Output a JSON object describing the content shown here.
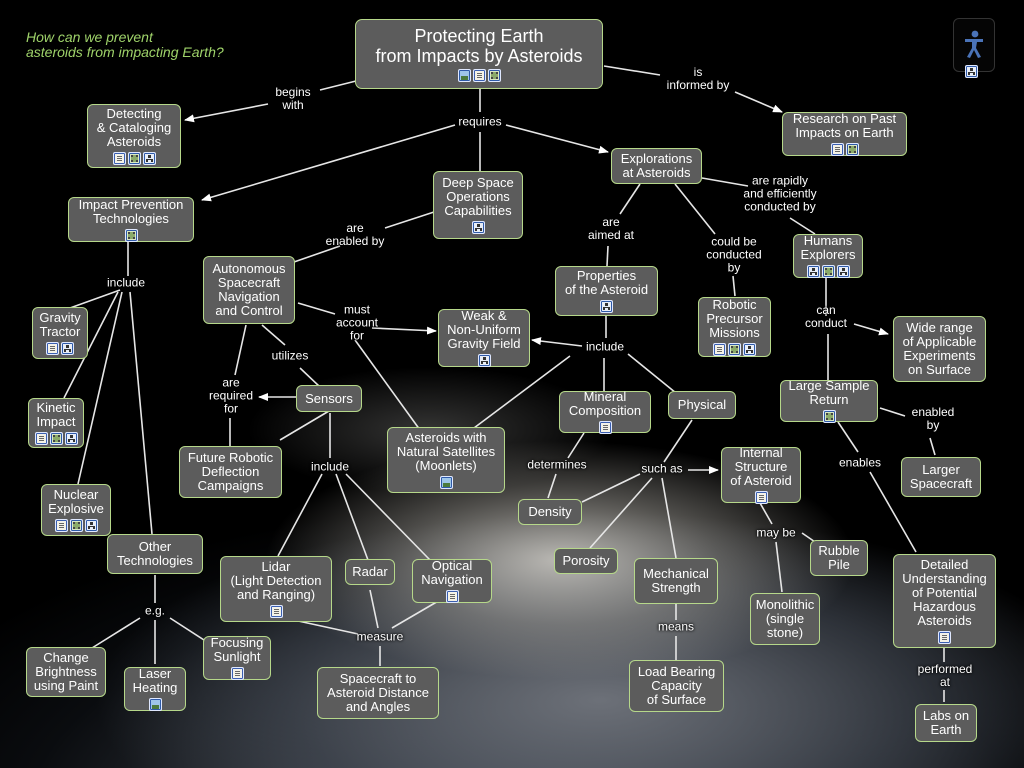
{
  "question": "How can we prevent\nasteroids from impacting Earth?",
  "nodes": {
    "main": {
      "label": "Protecting Earth\nfrom Impacts by Asteroids",
      "icons": [
        "img-icon",
        "doc-icon",
        "film-icon"
      ]
    },
    "detecting": {
      "label": "Detecting\n& Cataloging\nAsteroids",
      "icons": [
        "doc-icon",
        "film-icon",
        "map-icon"
      ]
    },
    "research": {
      "label": "Research on Past\nImpacts on Earth",
      "icons": [
        "doc-icon",
        "film-icon"
      ]
    },
    "impactprev": {
      "label": "Impact Prevention\nTechnologies",
      "icons": [
        "film-icon"
      ]
    },
    "deepspace": {
      "label": "Deep Space\nOperations\nCapabilities",
      "icons": [
        "map-icon"
      ]
    },
    "explorations": {
      "label": "Explorations\nat Asteroids",
      "icons": []
    },
    "humans": {
      "label": "Humans\nExplorers",
      "icons": [
        "map-icon",
        "film-icon",
        "map-icon"
      ]
    },
    "autonomous": {
      "label": "Autonomous\nSpacecraft\nNavigation\nand Control",
      "icons": []
    },
    "properties": {
      "label": "Properties\nof the Asteroid",
      "icons": [
        "map-icon"
      ]
    },
    "robotic": {
      "label": "Robotic\nPrecursor\nMissions",
      "icons": [
        "doc-icon",
        "film-icon",
        "map-icon"
      ]
    },
    "gravtractor": {
      "label": "Gravity\nTractor",
      "icons": [
        "doc-icon",
        "map-icon"
      ]
    },
    "weak": {
      "label": "Weak &\nNon-Uniform\nGravity Field",
      "icons": [
        "map-icon"
      ]
    },
    "widerange": {
      "label": "Wide range\nof Applicable\nExperiments\non Surface",
      "icons": []
    },
    "kinetic": {
      "label": "Kinetic\nImpact",
      "icons": [
        "doc-icon",
        "film-icon",
        "map-icon"
      ]
    },
    "sensors": {
      "label": "Sensors",
      "icons": []
    },
    "mineral": {
      "label": "Mineral\nComposition",
      "icons": [
        "doc-icon"
      ]
    },
    "physical": {
      "label": "Physical",
      "icons": []
    },
    "largesample": {
      "label": "Large Sample\nReturn",
      "icons": [
        "film-icon"
      ]
    },
    "moonlets": {
      "label": "Asteroids with\nNatural Satellites\n(Moonlets)",
      "icons": [
        "img-icon"
      ]
    },
    "futurerobotic": {
      "label": "Future Robotic\nDeflection\nCampaigns",
      "icons": []
    },
    "internal": {
      "label": "Internal\nStructure\nof Asteroid",
      "icons": [
        "doc-icon"
      ]
    },
    "larger": {
      "label": "Larger\nSpacecraft",
      "icons": []
    },
    "nuclear": {
      "label": "Nuclear\nExplosive",
      "icons": [
        "doc-icon",
        "film-icon",
        "map-icon"
      ]
    },
    "density": {
      "label": "Density",
      "icons": []
    },
    "other": {
      "label": "Other\nTechnologies",
      "icons": []
    },
    "rubble": {
      "label": "Rubble\nPile",
      "icons": []
    },
    "porosity": {
      "label": "Porosity",
      "icons": []
    },
    "lidar": {
      "label": "Lidar\n(Light Detection\nand Ranging)",
      "icons": [
        "doc-icon"
      ]
    },
    "radar": {
      "label": "Radar",
      "icons": []
    },
    "optical": {
      "label": "Optical\nNavigation",
      "icons": [
        "doc-icon"
      ]
    },
    "mechanical": {
      "label": "Mechanical\nStrength",
      "icons": []
    },
    "detailed": {
      "label": "Detailed\nUnderstanding\nof Potential\nHazardous\nAsteroids",
      "icons": [
        "doc-icon"
      ]
    },
    "monolithic": {
      "label": "Monolithic\n(single\nstone)",
      "icons": []
    },
    "focusing": {
      "label": "Focusing\nSunlight",
      "icons": [
        "doc-icon"
      ]
    },
    "change": {
      "label": "Change\nBrightness\nusing Paint",
      "icons": []
    },
    "laser": {
      "label": "Laser\nHeating",
      "icons": [
        "img-icon"
      ]
    },
    "spacecraftdist": {
      "label": "Spacecraft to\nAsteroid Distance\nand Angles",
      "icons": []
    },
    "loadbearing": {
      "label": "Load Bearing\nCapacity\nof Surface",
      "icons": []
    },
    "labs": {
      "label": "Labs on\nEarth",
      "icons": []
    }
  },
  "links": {
    "begins_with": "begins\nwith",
    "requires": "requires",
    "informed_by": "is\ninformed by",
    "are_enabled_by": "are\nenabled by",
    "are_aimed_at": "are\naimed at",
    "could_be_conducted_by": "could be\nconducted\nby",
    "rapidly_conducted_by": "are rapidly\nand efficiently\nconducted by",
    "include_ipt": "include",
    "must_account_for": "must\naccount\nfor",
    "include_props": "include",
    "can_conduct": "can\nconduct",
    "utilizes": "utilizes",
    "are_required_for": "are\nrequired\nfor",
    "include_sensors": "include",
    "determines": "determines",
    "such_as": "such as",
    "enabled_by": "enabled\nby",
    "enables": "enables",
    "may_be": "may be",
    "eg": "e.g.",
    "measure": "measure",
    "means": "means",
    "performed_at": "performed\nat"
  },
  "toolbar": {
    "accessibility_icon": "accessibility-icon",
    "map_icon": "map-icon"
  },
  "colors": {
    "node_fill": "#5c5c5c",
    "node_border": "#b6d88a",
    "question_text": "#9fd36a",
    "link_line": "#e6e6e6"
  }
}
